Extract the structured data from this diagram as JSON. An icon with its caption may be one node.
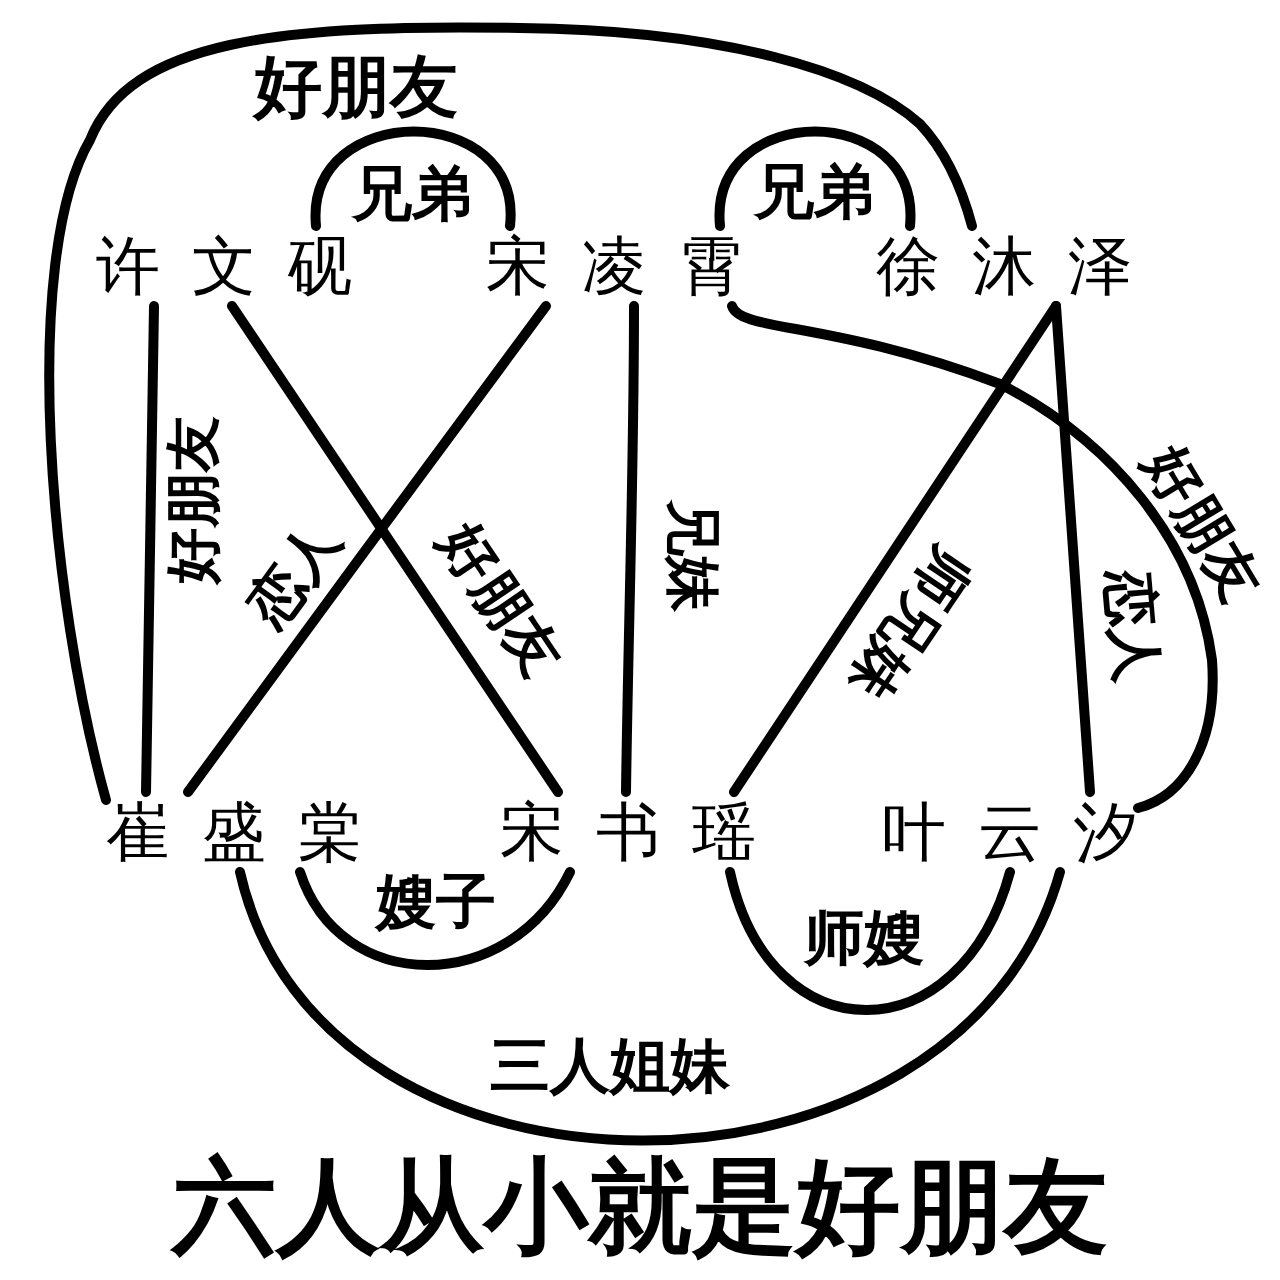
{
  "diagram": {
    "caption": "六人从小就是好朋友",
    "nodes": [
      {
        "text": [
          "许文砚"
        ]
      },
      {
        "text": [
          "宋凌霄"
        ]
      },
      {
        "text": [
          "徐沐泽"
        ]
      },
      {
        "text": [
          "崔盛棠"
        ]
      },
      {
        "text": [
          "宋书瑶"
        ]
      },
      {
        "text": [
          "叶云汐"
        ]
      }
    ],
    "edges": [
      {
        "from": 3,
        "to": 2,
        "arrow": "none",
        "label": "好朋友"
      },
      {
        "from": 0,
        "to": 1,
        "arrow": "none",
        "label": "兄弟"
      },
      {
        "from": 1,
        "to": 2,
        "arrow": "none",
        "label": "兄弟"
      },
      {
        "from": 0,
        "to": 3,
        "arrow": "none",
        "label": "好朋友"
      },
      {
        "from": 1,
        "to": 3,
        "arrow": "none",
        "label": "恋人"
      },
      {
        "from": 0,
        "to": 4,
        "arrow": "none",
        "label": "好朋友"
      },
      {
        "from": 1,
        "to": 4,
        "arrow": "none",
        "label": "兄妹"
      },
      {
        "from": 2,
        "to": 4,
        "arrow": "none",
        "label": "师兄妹"
      },
      {
        "from": 2,
        "to": 5,
        "arrow": "none",
        "label": "恋人"
      },
      {
        "from": 1,
        "to": 5,
        "arrow": "none",
        "label": "好朋友"
      },
      {
        "from": 3,
        "to": 4,
        "arrow": "none",
        "label": "嫂子"
      },
      {
        "from": 4,
        "to": 5,
        "arrow": "none",
        "label": "师嫂"
      },
      {
        "from": 3,
        "to": 5,
        "arrow": "none",
        "label": "三人姐妹"
      }
    ]
  }
}
